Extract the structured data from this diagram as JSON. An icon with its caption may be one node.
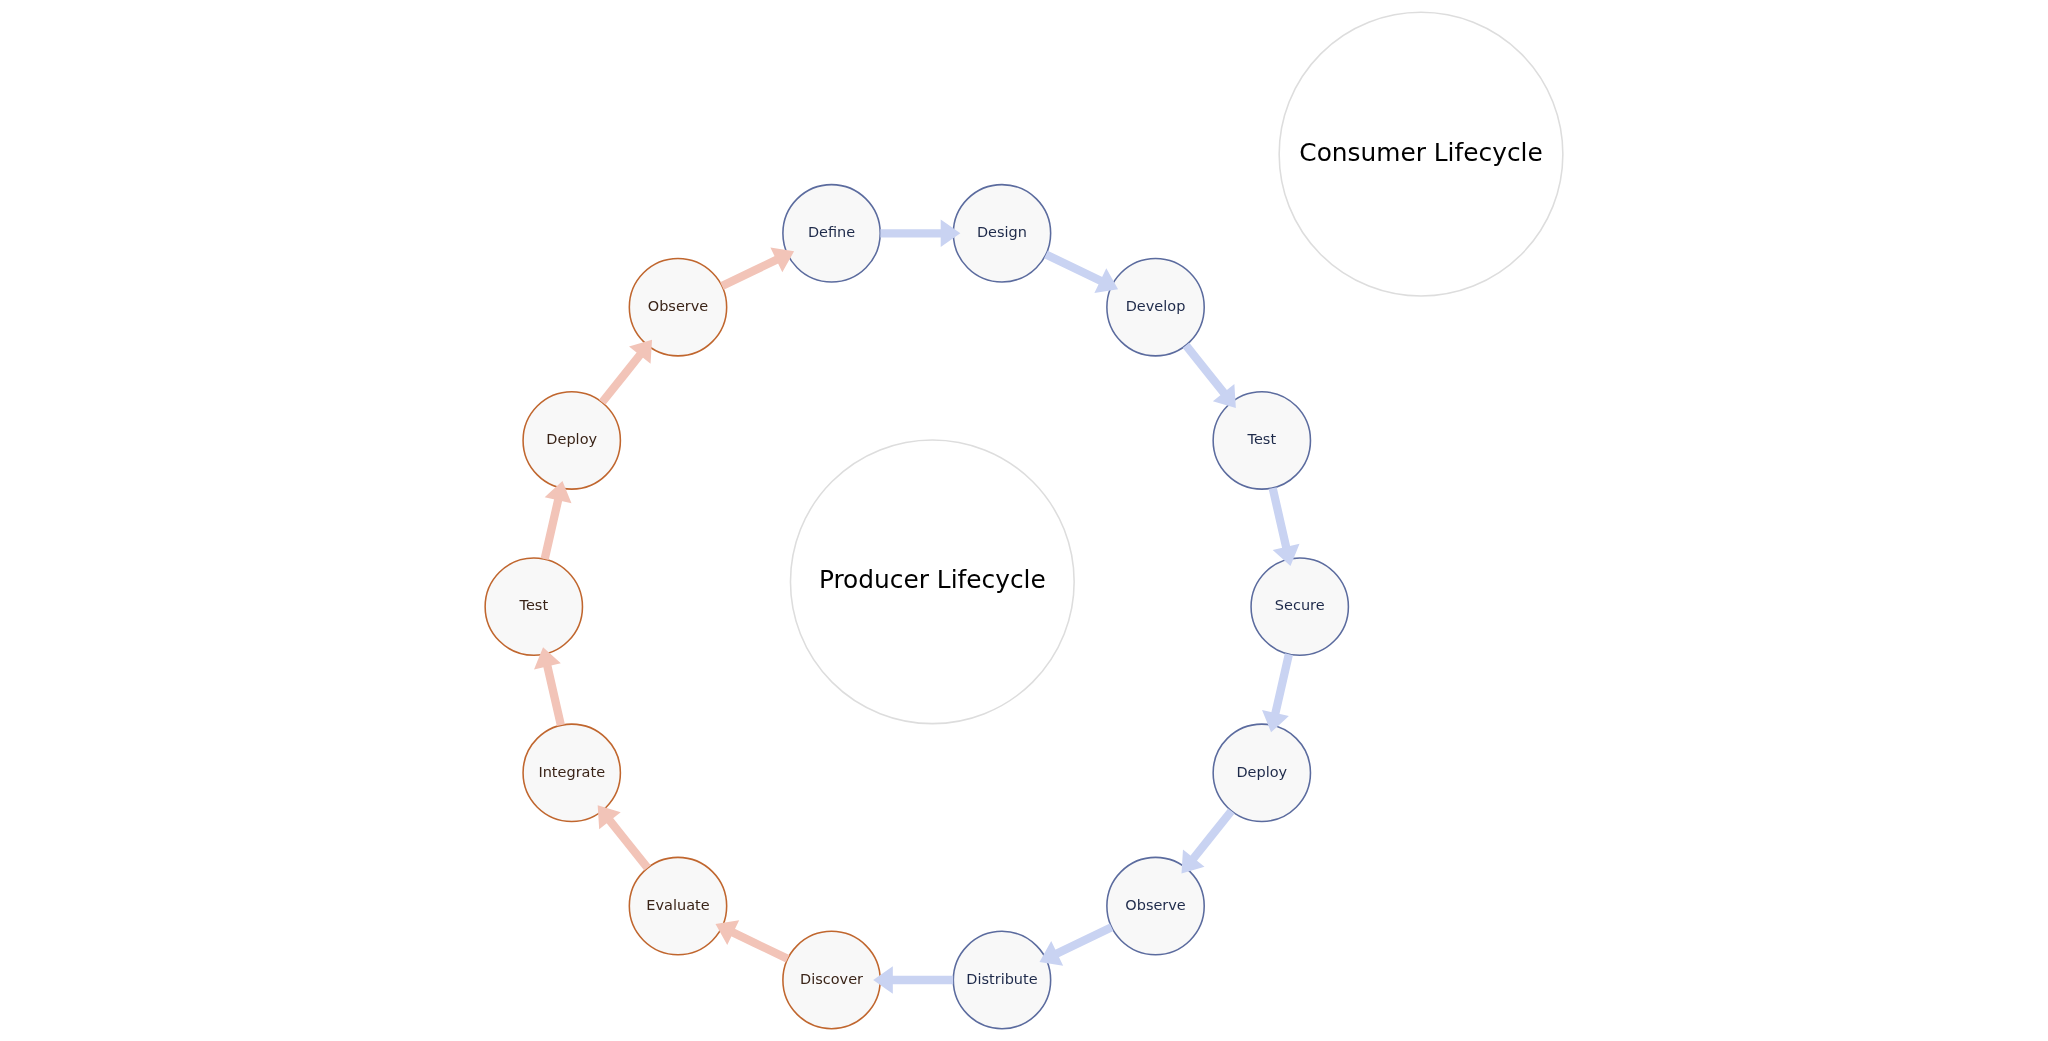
{
  "diagram": {
    "nodes": [
      {
        "text": [
          "Producer Lifecycle"
        ]
      },
      {
        "text": [
          "Deploy"
        ]
      },
      {
        "text": [
          "Observe"
        ]
      },
      {
        "text": [
          "Secure"
        ]
      },
      {
        "text": [
          "Distribute"
        ]
      },
      {
        "text": [
          "Test"
        ]
      },
      {
        "text": [
          "Define"
        ]
      },
      {
        "text": [
          "Develop"
        ]
      },
      {
        "text": [
          "Design"
        ]
      },
      {
        "text": [
          "Consumer Lifecycle"
        ]
      },
      {
        "text": [
          "Evaluate"
        ]
      },
      {
        "text": [
          "Integrate"
        ]
      },
      {
        "text": [
          "Discover"
        ]
      },
      {
        "text": [
          "Test"
        ]
      },
      {
        "text": [
          "Observe"
        ]
      },
      {
        "text": [
          "Deploy"
        ]
      }
    ],
    "edges": [
      {
        "from": 6,
        "to": 8,
        "arrow": "to",
        "color": "#c9d3f2"
      },
      {
        "from": 8,
        "to": 7,
        "arrow": "to",
        "color": "#c9d3f2"
      },
      {
        "from": 7,
        "to": 5,
        "arrow": "to",
        "color": "#c9d3f2"
      },
      {
        "from": 5,
        "to": 3,
        "arrow": "to",
        "color": "#c9d3f2"
      },
      {
        "from": 3,
        "to": 1,
        "arrow": "to",
        "color": "#c9d3f2"
      },
      {
        "from": 1,
        "to": 2,
        "arrow": "to",
        "color": "#c9d3f2"
      },
      {
        "from": 2,
        "to": 4,
        "arrow": "to",
        "color": "#c9d3f2"
      },
      {
        "from": 4,
        "to": 12,
        "arrow": "to",
        "color": "#c9d3f2"
      },
      {
        "from": 12,
        "to": 10,
        "arrow": "to",
        "color": "#f2c4b8"
      },
      {
        "from": 10,
        "to": 11,
        "arrow": "to",
        "color": "#f2c4b8"
      },
      {
        "from": 11,
        "to": 13,
        "arrow": "to",
        "color": "#f2c4b8"
      },
      {
        "from": 13,
        "to": 15,
        "arrow": "to",
        "color": "#f2c4b8"
      },
      {
        "from": 15,
        "to": 14,
        "arrow": "to",
        "color": "#f2c4b8"
      },
      {
        "from": 14,
        "to": 6,
        "arrow": "to",
        "color": "#f2c4b8"
      }
    ]
  }
}
